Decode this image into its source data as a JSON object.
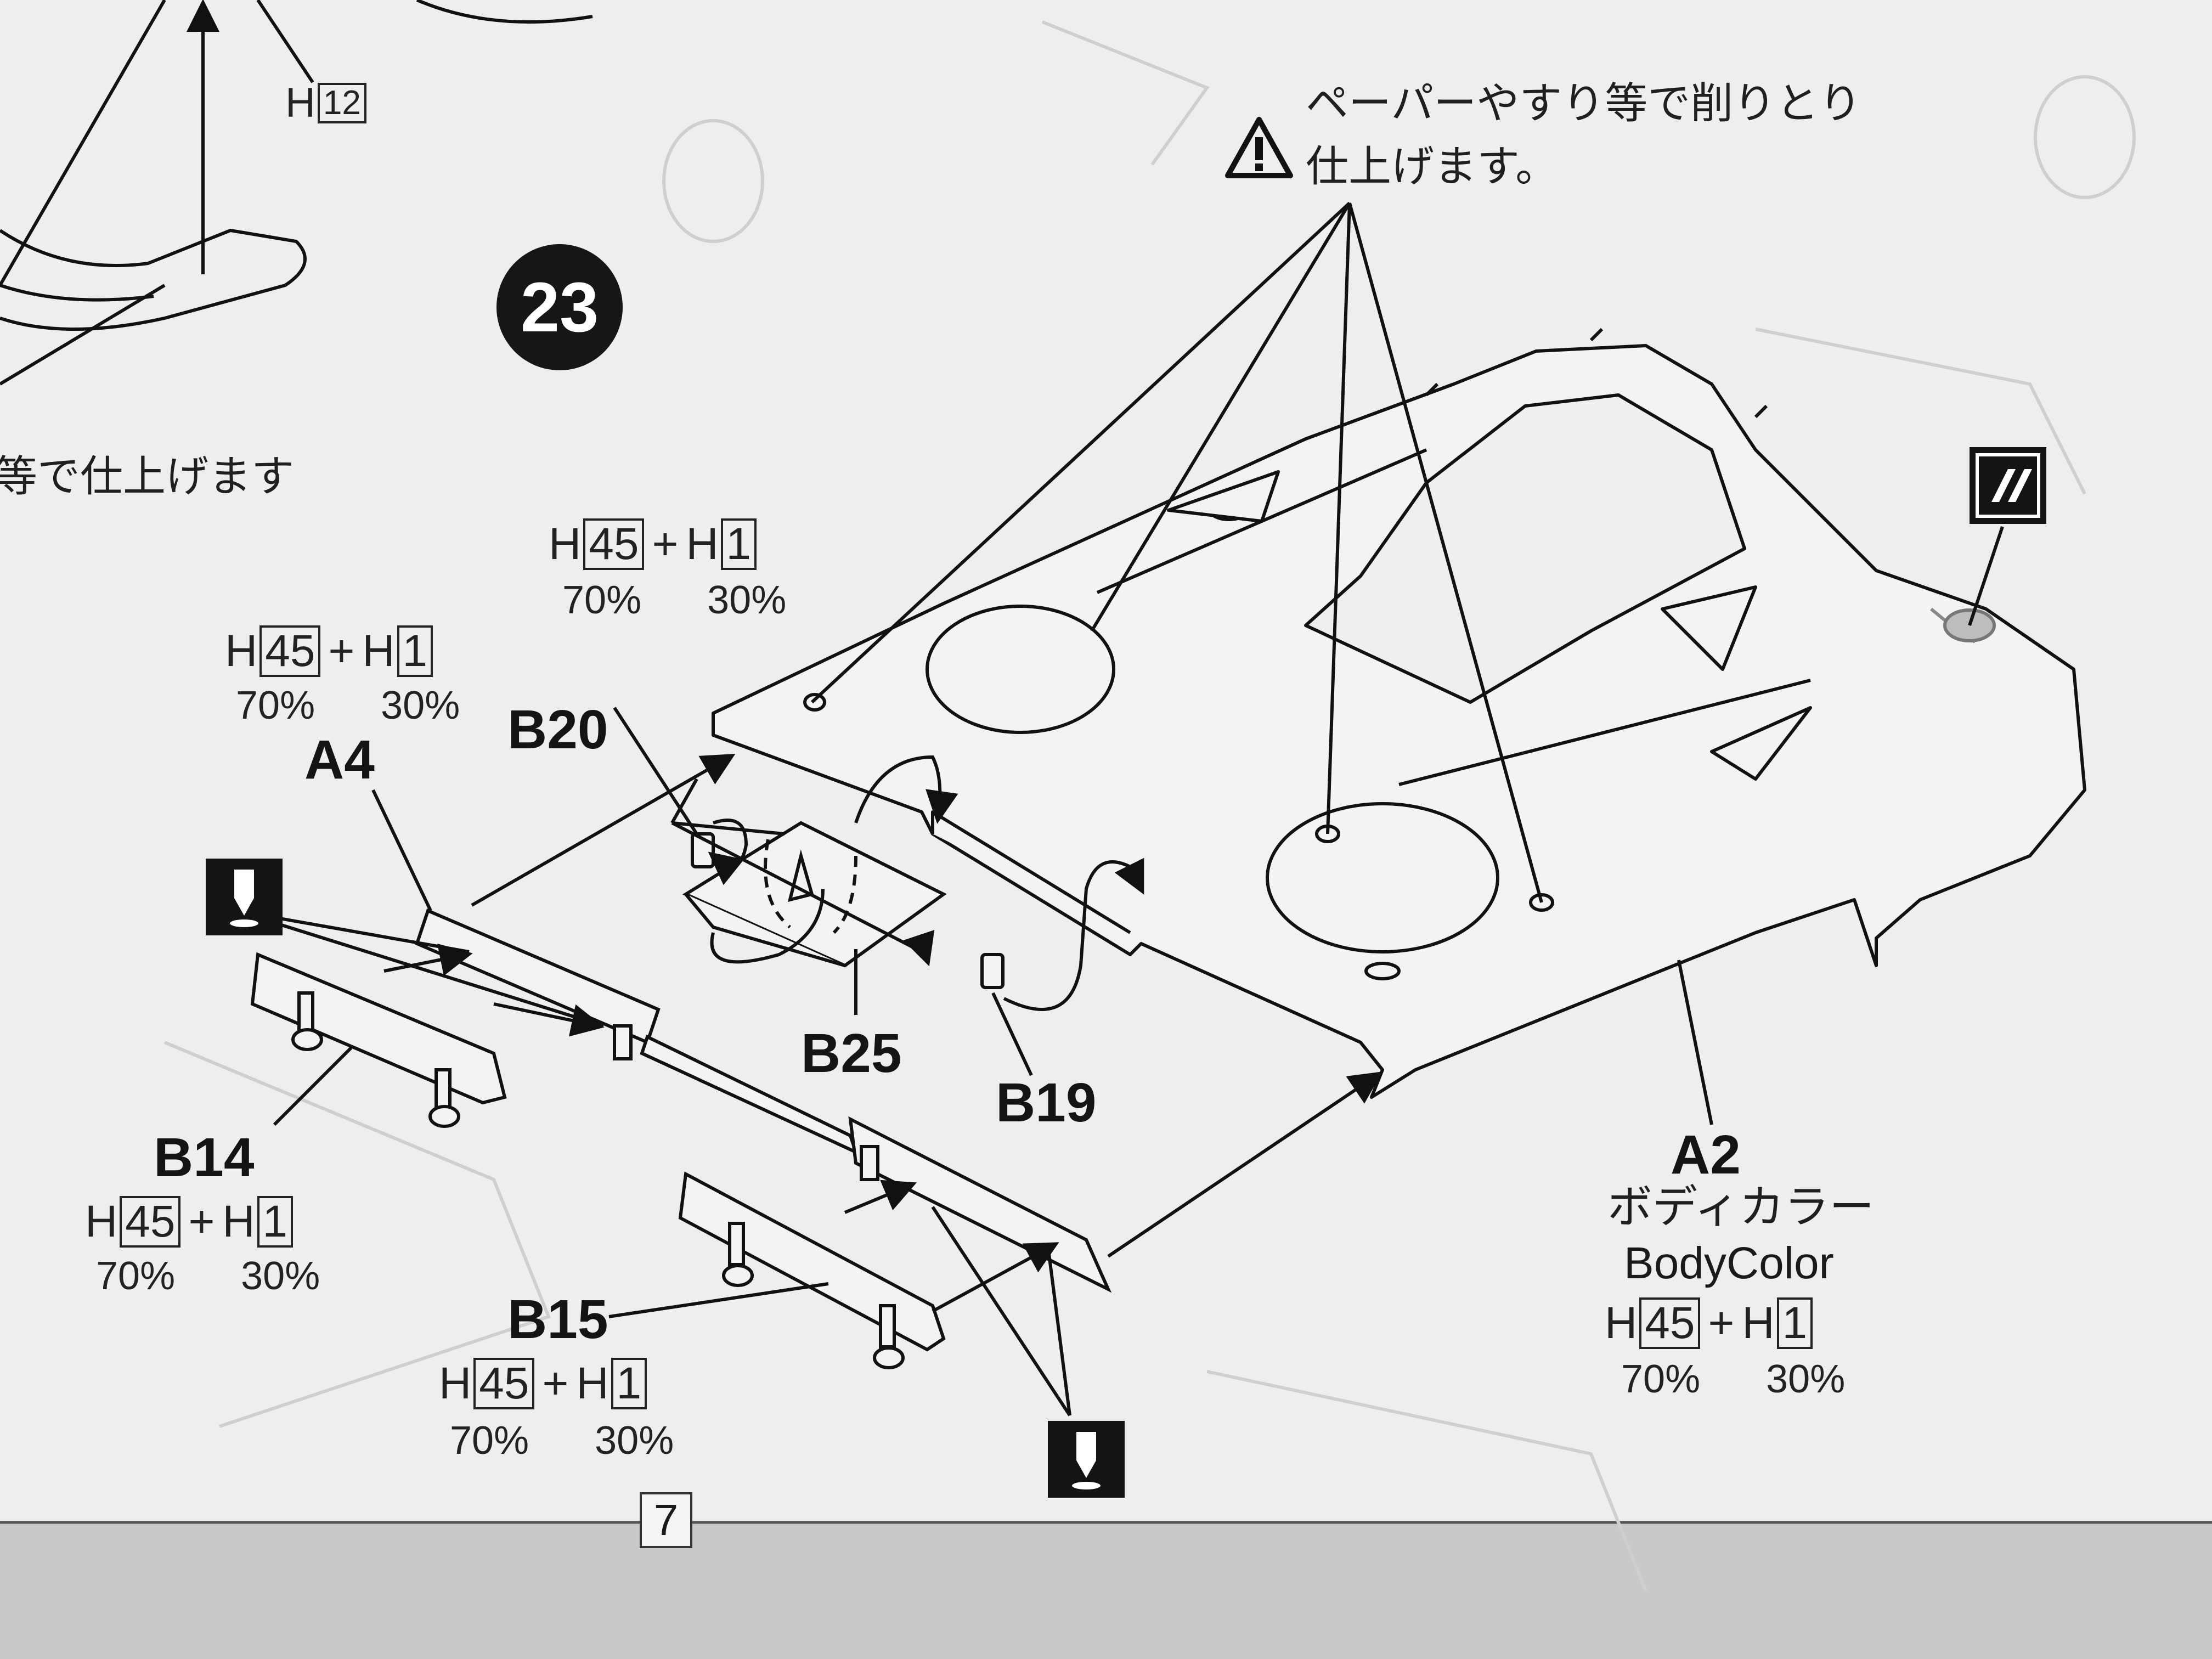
{
  "step": {
    "number": "23"
  },
  "notes": {
    "top_left_ref": {
      "prefix": "H",
      "code": "12"
    },
    "left_cut_text": "等で仕上げます",
    "warning_line1": "ペーパーやすり等で削りとり",
    "warning_line2": "仕上げます。"
  },
  "parts": {
    "b20": "B20",
    "a4": "A4",
    "b25": "B25",
    "b19": "B19",
    "b14": "B14",
    "b15": "B15",
    "a2": "A2"
  },
  "color_mix": {
    "prefix": "H",
    "code_a": "45",
    "plus": "+",
    "code_b": "1",
    "pct_a": "70%",
    "pct_b": "30%"
  },
  "body_color": {
    "japanese": "ボディカラー",
    "english": "BodyColor"
  },
  "page": {
    "number": "7"
  },
  "icons": {
    "warning": "warning-triangle-icon",
    "drill": "drill-hole-icon",
    "decal": "decal-icon"
  }
}
